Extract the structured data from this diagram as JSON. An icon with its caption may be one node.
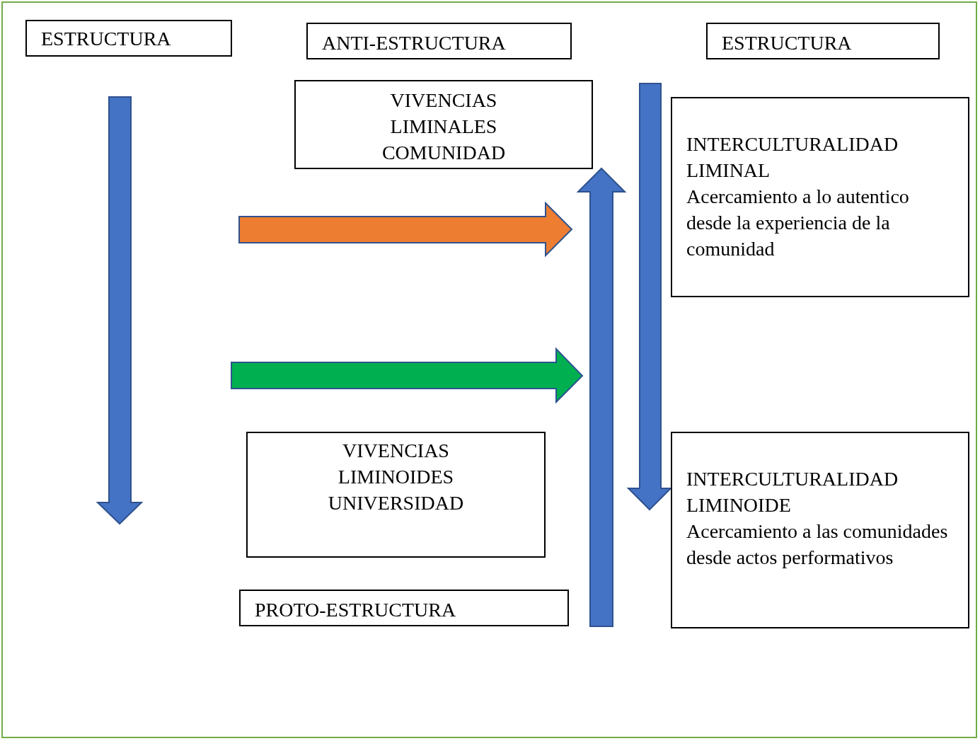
{
  "diagram": {
    "nodes": [
      {
        "text": [
          "ESTRUCTURA"
        ]
      },
      {
        "text": [
          "ANTI-ESTRUCTURA"
        ]
      },
      {
        "text": [
          "ESTRUCTURA"
        ]
      },
      {
        "text": [
          "VIVENCIAS LIMINALES COMUNIDAD"
        ]
      },
      {
        "text": [
          "INTERCULTURALIDAD LIMINAL",
          "Acercamiento a lo autentico desde la experiencia de la comunidad"
        ]
      },
      {
        "text": [
          "VIVENCIAS LIMINOIDES UNIVERSIDAD"
        ]
      },
      {
        "text": [
          "INTERCULTURALIDAD LIMINOIDE",
          "Acercamiento a las comunidades desde actos performativos"
        ]
      },
      {
        "text": [
          "PROTO-ESTRUCTURA"
        ]
      }
    ],
    "edges": []
  }
}
